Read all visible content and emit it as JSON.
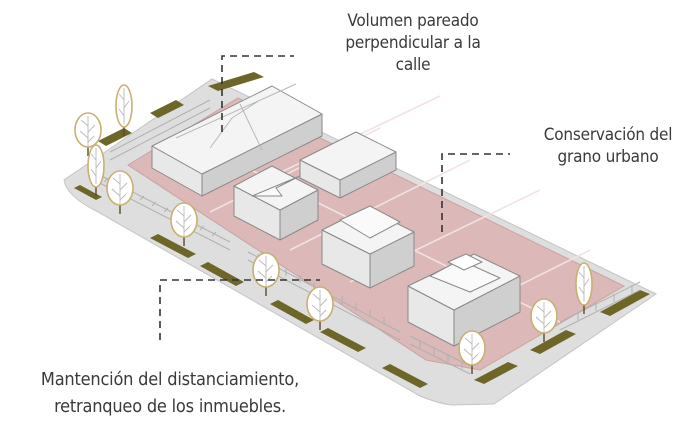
{
  "annotations": {
    "volumen": [
      "Volumen pareado",
      "perpendicular a la",
      "calle"
    ],
    "conservacion": [
      "Conservación del",
      "grano urbano"
    ],
    "mantencion": [
      "Mantención del distanciamiento,",
      "retranqueo de los inmuebles."
    ]
  },
  "colors": {
    "sidewalk": "#dedede",
    "lot": "#dcb8b8",
    "lot_lines": "#f2e2e2",
    "grass": "#6e6628",
    "roof": "#f4f4f4",
    "wall_left": "#e8e8e8",
    "wall_right": "#cfcfcf",
    "outline": "#8a8a8a",
    "tree_outline": "#c8b070",
    "leader_line": "#333333"
  },
  "icons": [
    "house-icon",
    "tree-icon",
    "fence-icon"
  ]
}
